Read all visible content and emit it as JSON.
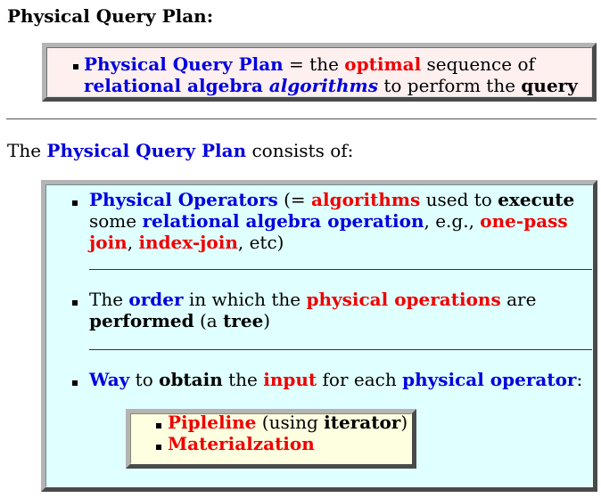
{
  "heading": "Physical Query Plan:",
  "definition": {
    "line1": [
      {
        "t": "Physical Query Plan",
        "s": "b"
      },
      {
        "t": " = the ",
        "s": ""
      },
      {
        "t": "optimal",
        "s": "r"
      },
      {
        "t": " sequence of",
        "s": ""
      }
    ],
    "line2": [
      {
        "t": "relational algebra ",
        "s": "b"
      },
      {
        "t": "algorithms",
        "s": "bi"
      },
      {
        "t": " to perform the ",
        "s": ""
      },
      {
        "t": "query",
        "s": "k"
      }
    ]
  },
  "consists_of": [
    {
      "t": "The ",
      "s": ""
    },
    {
      "t": "Physical Query Plan",
      "s": "b"
    },
    {
      "t": " consists of:",
      "s": ""
    }
  ],
  "items": [
    {
      "lines": [
        [
          {
            "t": "Physical Operators",
            "s": "b"
          },
          {
            "t": " (= ",
            "s": ""
          },
          {
            "t": "algorithms",
            "s": "r"
          },
          {
            "t": " used to ",
            "s": ""
          },
          {
            "t": "execute",
            "s": "k"
          }
        ],
        [
          {
            "t": "some ",
            "s": ""
          },
          {
            "t": "relational algebra operation",
            "s": "b"
          },
          {
            "t": ", e.g., ",
            "s": ""
          },
          {
            "t": "one-pass",
            "s": "r"
          }
        ],
        [
          {
            "t": "join",
            "s": "r"
          },
          {
            "t": ", ",
            "s": ""
          },
          {
            "t": "index-join",
            "s": "r"
          },
          {
            "t": ", etc)",
            "s": ""
          }
        ]
      ]
    },
    {
      "lines": [
        [
          {
            "t": "The ",
            "s": ""
          },
          {
            "t": "order",
            "s": "b"
          },
          {
            "t": " in which the ",
            "s": ""
          },
          {
            "t": "physical operations",
            "s": "r"
          },
          {
            "t": " are",
            "s": ""
          }
        ],
        [
          {
            "t": "performed",
            "s": "k"
          },
          {
            "t": " (a ",
            "s": ""
          },
          {
            "t": "tree",
            "s": "k"
          },
          {
            "t": ")",
            "s": ""
          }
        ]
      ]
    },
    {
      "lines": [
        [
          {
            "t": "Way",
            "s": "b"
          },
          {
            "t": " to ",
            "s": ""
          },
          {
            "t": "obtain",
            "s": "k"
          },
          {
            "t": " the ",
            "s": ""
          },
          {
            "t": "input",
            "s": "r"
          },
          {
            "t": " for each ",
            "s": ""
          },
          {
            "t": "physical operator",
            "s": "b"
          },
          {
            "t": ":",
            "s": ""
          }
        ]
      ]
    }
  ],
  "input_methods": [
    [
      {
        "t": "Pipleline",
        "s": "r"
      },
      {
        "t": " (using ",
        "s": ""
      },
      {
        "t": "iterator",
        "s": "k"
      },
      {
        "t": ")",
        "s": ""
      }
    ],
    [
      {
        "t": "Materialzation",
        "s": "r"
      }
    ]
  ]
}
